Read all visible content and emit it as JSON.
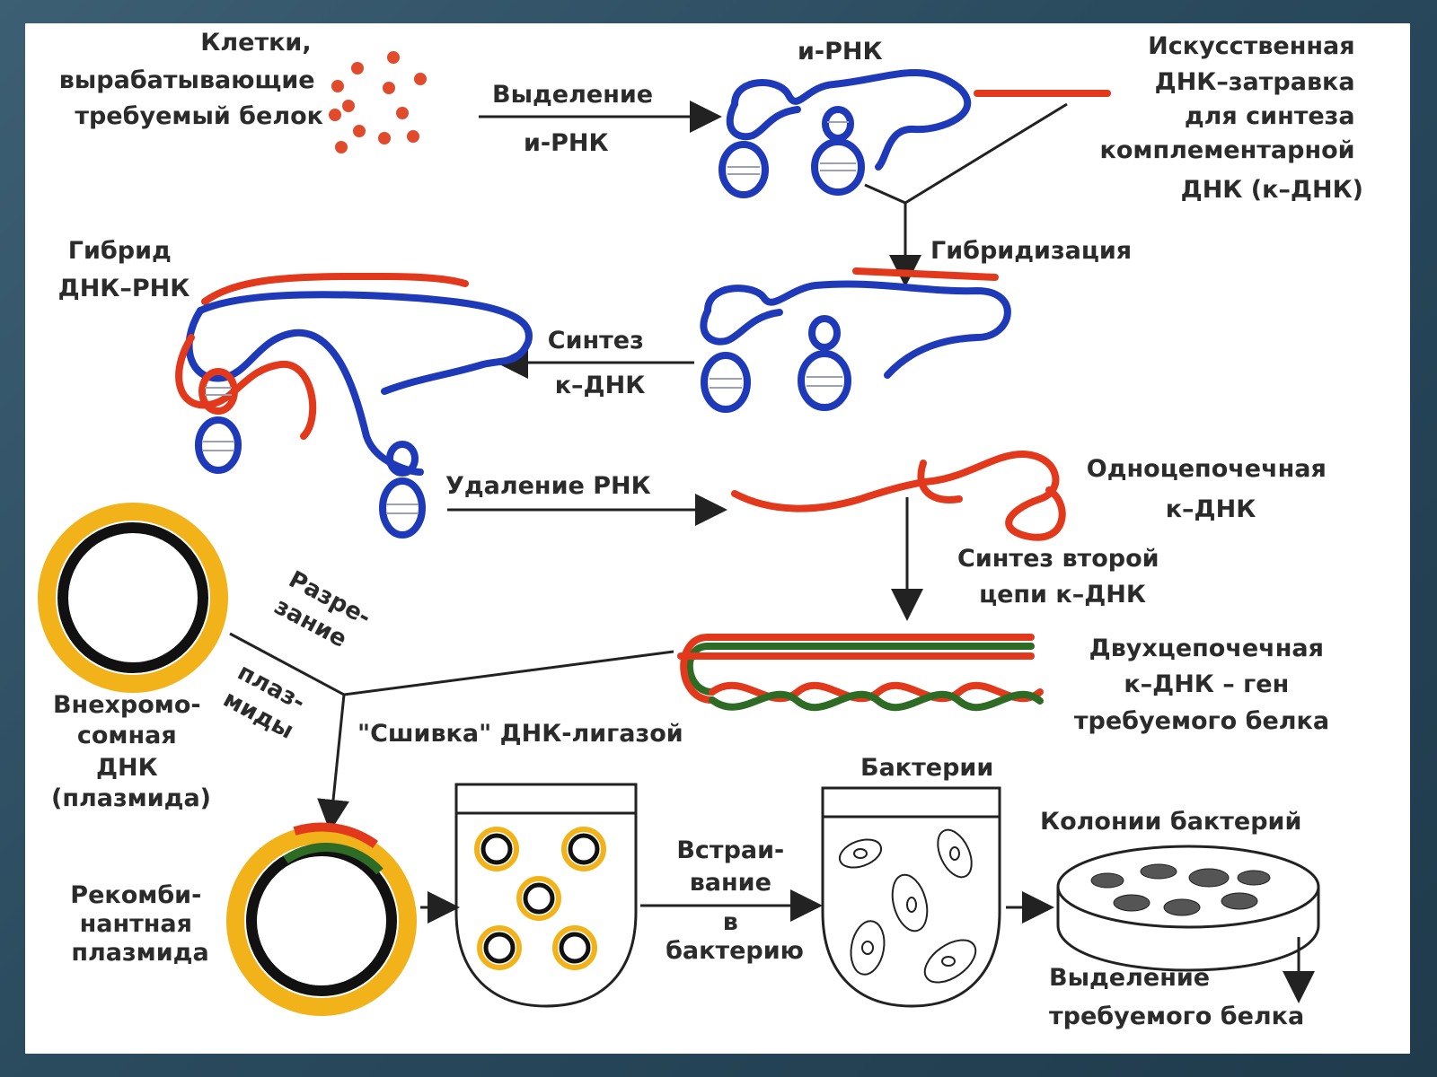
{
  "colors": {
    "rna": "#1f3ab8",
    "dna": "#e2381c",
    "second_strand": "#2e6b24",
    "plasmid_ring": "#f2b21a",
    "plasmid_core": "#111111",
    "cells": "#e24a2c"
  },
  "labels": {
    "cells": [
      "Клетки,",
      "вырабатывающие",
      "требуемый белок"
    ],
    "isolation_mrna": [
      "Выделение",
      "и-РНК"
    ],
    "mrna": "и-РНК",
    "primer": [
      "Искусственная",
      "ДНК–затравка",
      "для синтеза",
      "комплементарной",
      "ДНК    (к–ДНК)"
    ],
    "hybridization": "Гибридизация",
    "hybrid": [
      "Гибрид",
      "ДНК–РНК"
    ],
    "cdna_synthesis": [
      "Синтез",
      "к–ДНК"
    ],
    "rna_removal": "Удаление РНК",
    "single_strand": [
      "Одноцепочечная",
      "к–ДНК"
    ],
    "second_strand": [
      "Синтез второй",
      "цепи к–ДНК"
    ],
    "double_strand": [
      "Двухцепочечная",
      "к–ДНК – ген",
      "требуемого белка"
    ],
    "cutting": [
      "Разре-",
      "зание",
      "плаз-",
      "миды"
    ],
    "ligation": "\"Сшивка\" ДНК-лигазой",
    "plasmid": [
      "Внехромо-",
      "сомная",
      "ДНК",
      "(плазмида)"
    ],
    "recombinant": [
      "Рекомби-",
      "нантная",
      "плазмида"
    ],
    "bacteria": "Бактерии",
    "insertion": [
      "Встраи-",
      "вание",
      "в",
      "бактерию"
    ],
    "colonies": "Колонии бактерий",
    "protein_isolation": [
      "Выделение",
      "требуемого белка"
    ]
  }
}
